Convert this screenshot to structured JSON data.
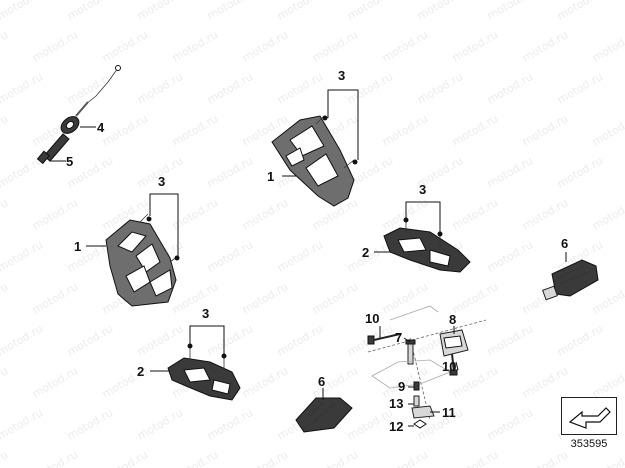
{
  "watermark": "motod.ru",
  "callouts": {
    "c1a": "1",
    "c1b": "1",
    "c2a": "2",
    "c2b": "2",
    "c3a": "3",
    "c3b": "3",
    "c3c": "3",
    "c3d": "3",
    "c4": "4",
    "c5": "5",
    "c6a": "6",
    "c6b": "6",
    "c7": "7",
    "c8": "8",
    "c9": "9",
    "c10": "10",
    "c11": "11",
    "c12": "12",
    "c13": "13"
  },
  "catalog_number": "353595",
  "icons": {
    "catalog_box": "section-reference-arrow-icon"
  }
}
